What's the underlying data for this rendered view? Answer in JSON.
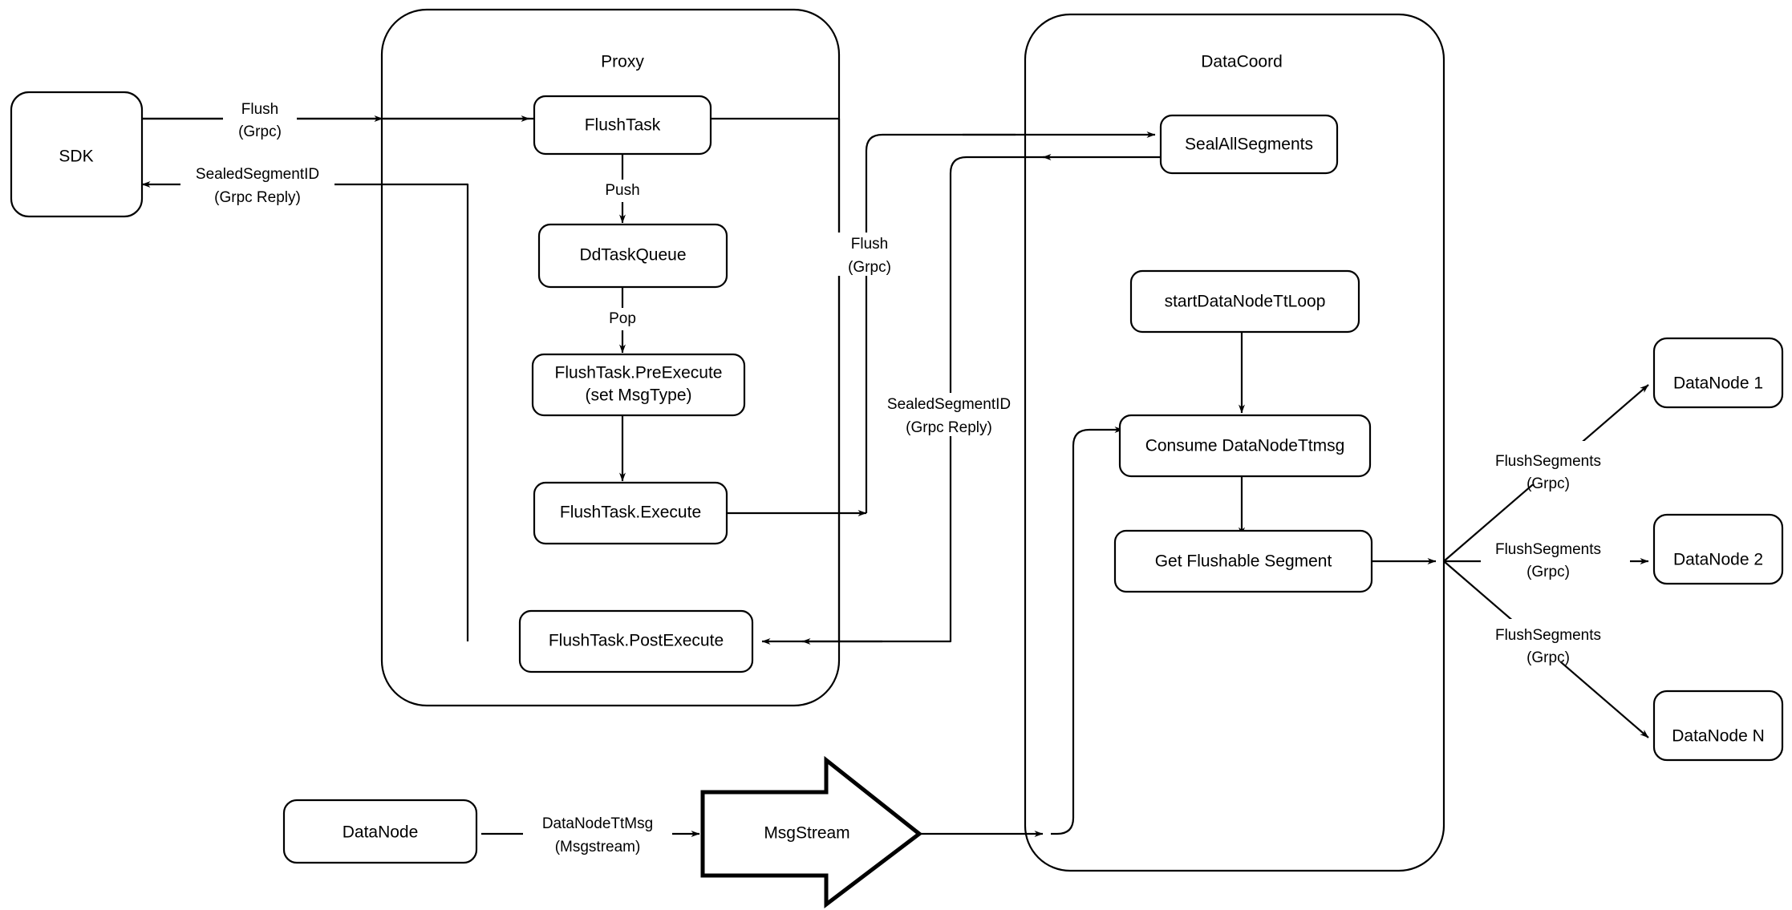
{
  "diagram": {
    "title": "Milvus Flush Sequence Architecture",
    "background_color": "#ffffff",
    "stroke_color": "#000000",
    "containers": [
      {
        "id": "proxy",
        "label": "Proxy"
      },
      {
        "id": "datacoord",
        "label": "DataCoord"
      }
    ],
    "nodes": {
      "sdk": "SDK",
      "flush_task": "FlushTask",
      "dd_task_queue": "DdTaskQueue",
      "pre_execute_line1": "FlushTask.PreExecute",
      "pre_execute_line2": "(set MsgType)",
      "execute": "FlushTask.Execute",
      "post_execute": "FlushTask.PostExecute",
      "seal_all_segments": "SealAllSegments",
      "start_tt_loop": "startDataNodeTtLoop",
      "consume_ttmsg": "Consume DataNodeTtmsg",
      "get_flushable": "Get Flushable Segment",
      "datanode_1": "DataNode 1",
      "datanode_2": "DataNode 2",
      "datanode_n": "DataNode N",
      "datanode_src": "DataNode",
      "msgstream": "MsgStream"
    },
    "edge_labels": {
      "flush_grpc_line1": "Flush",
      "flush_grpc_line2": "(Grpc)",
      "sealed_reply_line1": "SealedSegmentID",
      "sealed_reply_line2": "(Grpc Reply)",
      "push": "Push",
      "pop": "Pop",
      "inner_flush_line1": "Flush",
      "inner_flush_line2": "(Grpc)",
      "inner_sealed_line1": "SealedSegmentID",
      "inner_sealed_line2": "(Grpc Reply)",
      "datanode_ttmsg_line1": "DataNodeTtMsg",
      "datanode_ttmsg_line2": "(Msgstream)",
      "flush_segments_1_line1": "FlushSegments",
      "flush_segments_1_line2": "(Grpc)",
      "flush_segments_2_line1": "FlushSegments",
      "flush_segments_2_line2": "(Grpc)",
      "flush_segments_n_line1": "FlushSegments",
      "flush_segments_n_line2": "(Grpc)"
    }
  }
}
